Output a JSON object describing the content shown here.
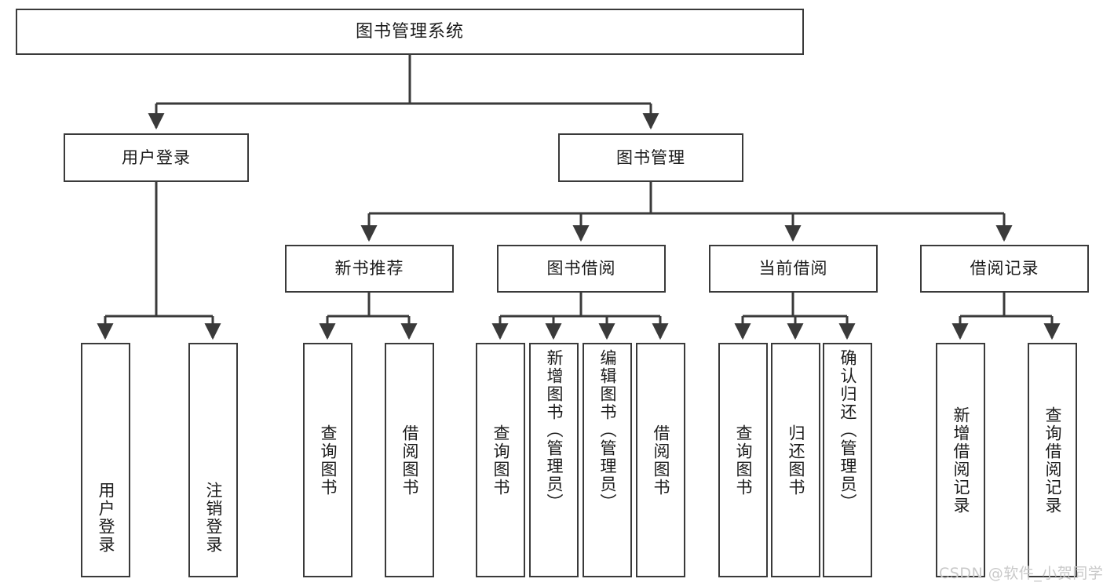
{
  "meta": {
    "title": "图书管理系统",
    "watermark": "CSDN @软件_小贺同学",
    "colors": {
      "border": "#3a3a3a",
      "text": "#1b1b1b",
      "background": "#ffffff",
      "line": "#3a3a3a",
      "watermark": "#c9c9c9"
    }
  },
  "chart_data": {
    "type": "diagram",
    "subtype": "tree",
    "title": "图书管理系统",
    "orientation": "top-down",
    "levels": 4,
    "nodes": [
      {
        "id": "root",
        "label": "图书管理系统",
        "level": 0,
        "parent": null
      },
      {
        "id": "login",
        "label": "用户登录",
        "level": 1,
        "parent": "root"
      },
      {
        "id": "bookmgmt",
        "label": "图书管理",
        "level": 1,
        "parent": "root"
      },
      {
        "id": "newbook",
        "label": "新书推荐",
        "level": 2,
        "parent": "bookmgmt"
      },
      {
        "id": "borrow",
        "label": "图书借阅",
        "level": 2,
        "parent": "bookmgmt"
      },
      {
        "id": "current",
        "label": "当前借阅",
        "level": 2,
        "parent": "bookmgmt"
      },
      {
        "id": "records",
        "label": "借阅记录",
        "level": 2,
        "parent": "bookmgmt"
      },
      {
        "id": "leaf-1",
        "label": "用户登录",
        "level": 2,
        "parent": "login"
      },
      {
        "id": "leaf-2",
        "label": "注销登录",
        "level": 2,
        "parent": "login"
      },
      {
        "id": "leaf-3",
        "label": "查询图书",
        "level": 3,
        "parent": "newbook"
      },
      {
        "id": "leaf-4",
        "label": "借阅图书",
        "level": 3,
        "parent": "newbook"
      },
      {
        "id": "leaf-5",
        "label": "查询图书",
        "level": 3,
        "parent": "borrow"
      },
      {
        "id": "leaf-6",
        "label": "新增图书（管理员）",
        "level": 3,
        "parent": "borrow"
      },
      {
        "id": "leaf-7",
        "label": "编辑图书（管理员）",
        "level": 3,
        "parent": "borrow"
      },
      {
        "id": "leaf-8",
        "label": "借阅图书",
        "level": 3,
        "parent": "borrow"
      },
      {
        "id": "leaf-9",
        "label": "查询图书",
        "level": 3,
        "parent": "current"
      },
      {
        "id": "leaf-10",
        "label": "归还图书",
        "level": 3,
        "parent": "current"
      },
      {
        "id": "leaf-11",
        "label": "确认归还（管理员）",
        "level": 3,
        "parent": "current"
      },
      {
        "id": "leaf-12",
        "label": "新增借阅记录",
        "level": 3,
        "parent": "records"
      },
      {
        "id": "leaf-13",
        "label": "查询借阅记录",
        "level": 3,
        "parent": "records"
      }
    ]
  },
  "tree": {
    "root": {
      "label": "图书管理系统"
    },
    "level1": [
      {
        "label": "用户登录"
      },
      {
        "label": "图书管理"
      }
    ],
    "level2": [
      {
        "label": "新书推荐"
      },
      {
        "label": "图书借阅"
      },
      {
        "label": "当前借阅"
      },
      {
        "label": "借阅记录"
      }
    ],
    "leaves": [
      {
        "label": "用户登录"
      },
      {
        "label": "注销登录"
      },
      {
        "label": "查询图书"
      },
      {
        "label": "借阅图书"
      },
      {
        "label": "查询图书"
      },
      {
        "label": "新增图书（管理员）"
      },
      {
        "label": "编辑图书（管理员）"
      },
      {
        "label": "借阅图书"
      },
      {
        "label": "查询图书"
      },
      {
        "label": "归还图书"
      },
      {
        "label": "确认归还（管理员）"
      },
      {
        "label": "新增借阅记录"
      },
      {
        "label": "查询借阅记录"
      }
    ]
  }
}
